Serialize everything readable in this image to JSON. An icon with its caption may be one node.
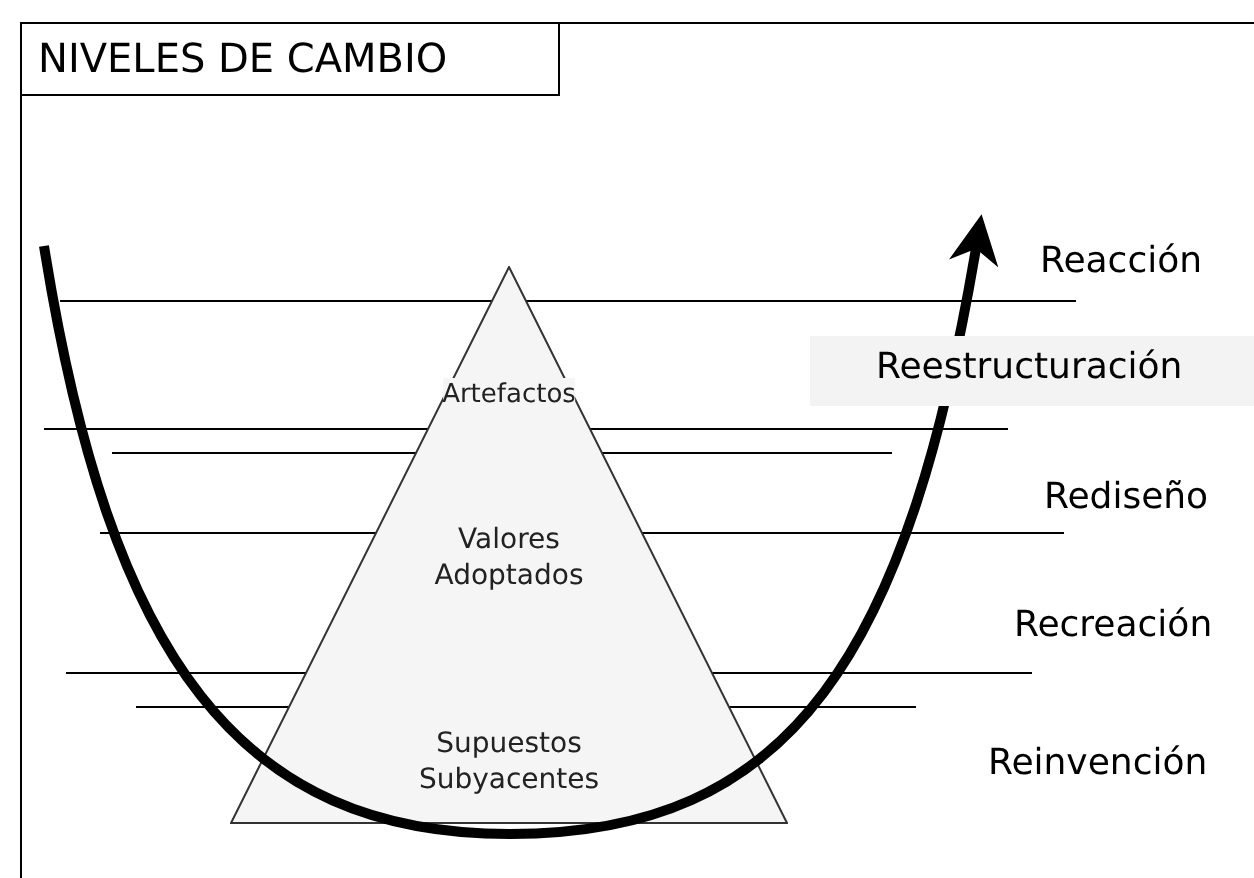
{
  "diagram": {
    "title": "NIVELES DE CAMBIO",
    "nodes": [
      {
        "text": [
          "Artefactos",
          "Valores Adoptados",
          "Supuestos Subyacentes"
        ]
      }
    ],
    "edges": [],
    "labels": [
      "Reacción",
      "Reestructuración",
      "Rediseño",
      "Recreación",
      "Reinvención"
    ]
  }
}
